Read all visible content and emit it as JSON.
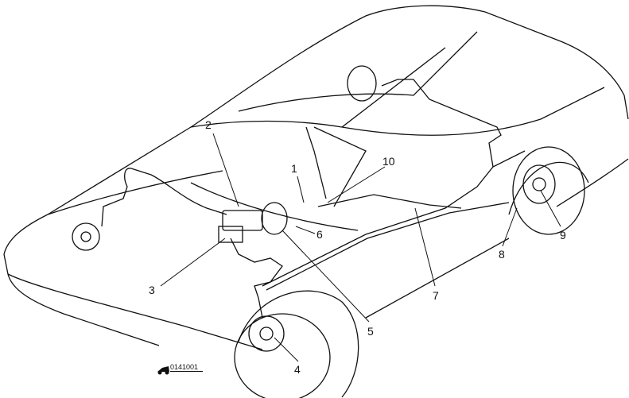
{
  "diagram": {
    "subject": "brake-system-layout",
    "callouts": [
      "1",
      "2",
      "3",
      "4",
      "5",
      "6",
      "7",
      "8",
      "9",
      "10"
    ],
    "figure_code": "0141001"
  }
}
